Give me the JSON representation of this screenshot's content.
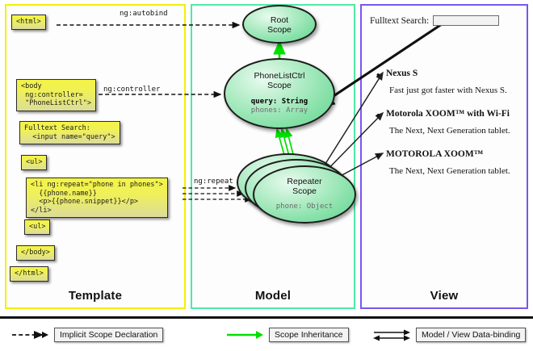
{
  "panels": {
    "template": {
      "title": "Template",
      "border_color": "#f2f00a"
    },
    "model": {
      "title": "Model",
      "border_color": "#4fe9a6"
    },
    "view": {
      "title": "View",
      "border_color": "#7a56ee"
    }
  },
  "template_code": {
    "html_open": "<html>",
    "body_open": "<body\n ng:controller=\n \"PhoneListCtrl\">",
    "search": "Fulltext Search:\n  <input name=\"query\">",
    "ul_open": "<ul>",
    "li_repeat": "<li ng:repeat=\"phone in phones\">\n  {{phone.name}}\n  <p>{{phone.snippet}}</p>\n</li>",
    "ul_close": "<ul>",
    "body_close": "</body>",
    "html_close": "</html>"
  },
  "edge_labels": {
    "autobind": "ng:autobind",
    "controller": "ng:controller",
    "repeat": "ng:repeat"
  },
  "scopes": {
    "root": {
      "title_line1": "Root",
      "title_line2": "Scope"
    },
    "phonelistctrl": {
      "title_line1": "PhoneListCtrl",
      "title_line2": "Scope",
      "prop_query": "query: String",
      "prop_phones": "phones: Array"
    },
    "repeater": {
      "title_line1": "Repeater",
      "title_line2": "Scope",
      "prop_phone": "phone: Object",
      "stack_count": 3
    }
  },
  "view": {
    "search_label": "Fulltext Search:",
    "search_value": "",
    "phones": [
      {
        "name": "Nexus S",
        "snippet": "Fast just got faster with Nexus S."
      },
      {
        "name": "Motorola XOOM™  with Wi-Fi",
        "snippet": "The Next, Next Generation tablet."
      },
      {
        "name": "MOTOROLA XOOM™",
        "snippet": "The Next, Next Generation tablet."
      }
    ]
  },
  "legend": {
    "implicit": "Implicit Scope Declaration",
    "inherit": "Scope Inheritance",
    "binding": "Model / View Data-binding"
  },
  "colors": {
    "dashed_arrow": "#111111",
    "inheritance_arrow": "#00e000",
    "binding_arrow": "#111111",
    "scope_fill": "#8fe3ae",
    "code_fill": "#eff05a"
  }
}
